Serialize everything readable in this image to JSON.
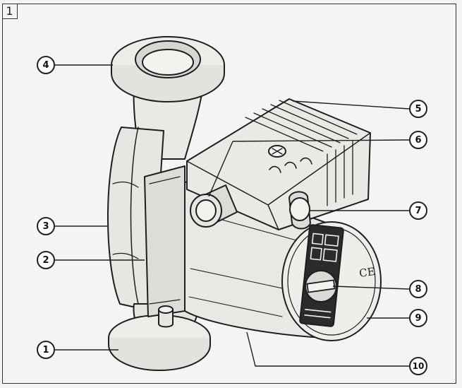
{
  "figure": {
    "number": "1"
  },
  "callouts": [
    {
      "id": "c1",
      "label": "1"
    },
    {
      "id": "c2",
      "label": "2"
    },
    {
      "id": "c3",
      "label": "3"
    },
    {
      "id": "c4",
      "label": "4"
    },
    {
      "id": "c5",
      "label": "5"
    },
    {
      "id": "c6",
      "label": "6"
    },
    {
      "id": "c7",
      "label": "7"
    },
    {
      "id": "c8",
      "label": "8"
    },
    {
      "id": "c9",
      "label": "9"
    },
    {
      "id": "c10",
      "label": "10"
    }
  ],
  "nameplate": {
    "mark": "CE"
  }
}
